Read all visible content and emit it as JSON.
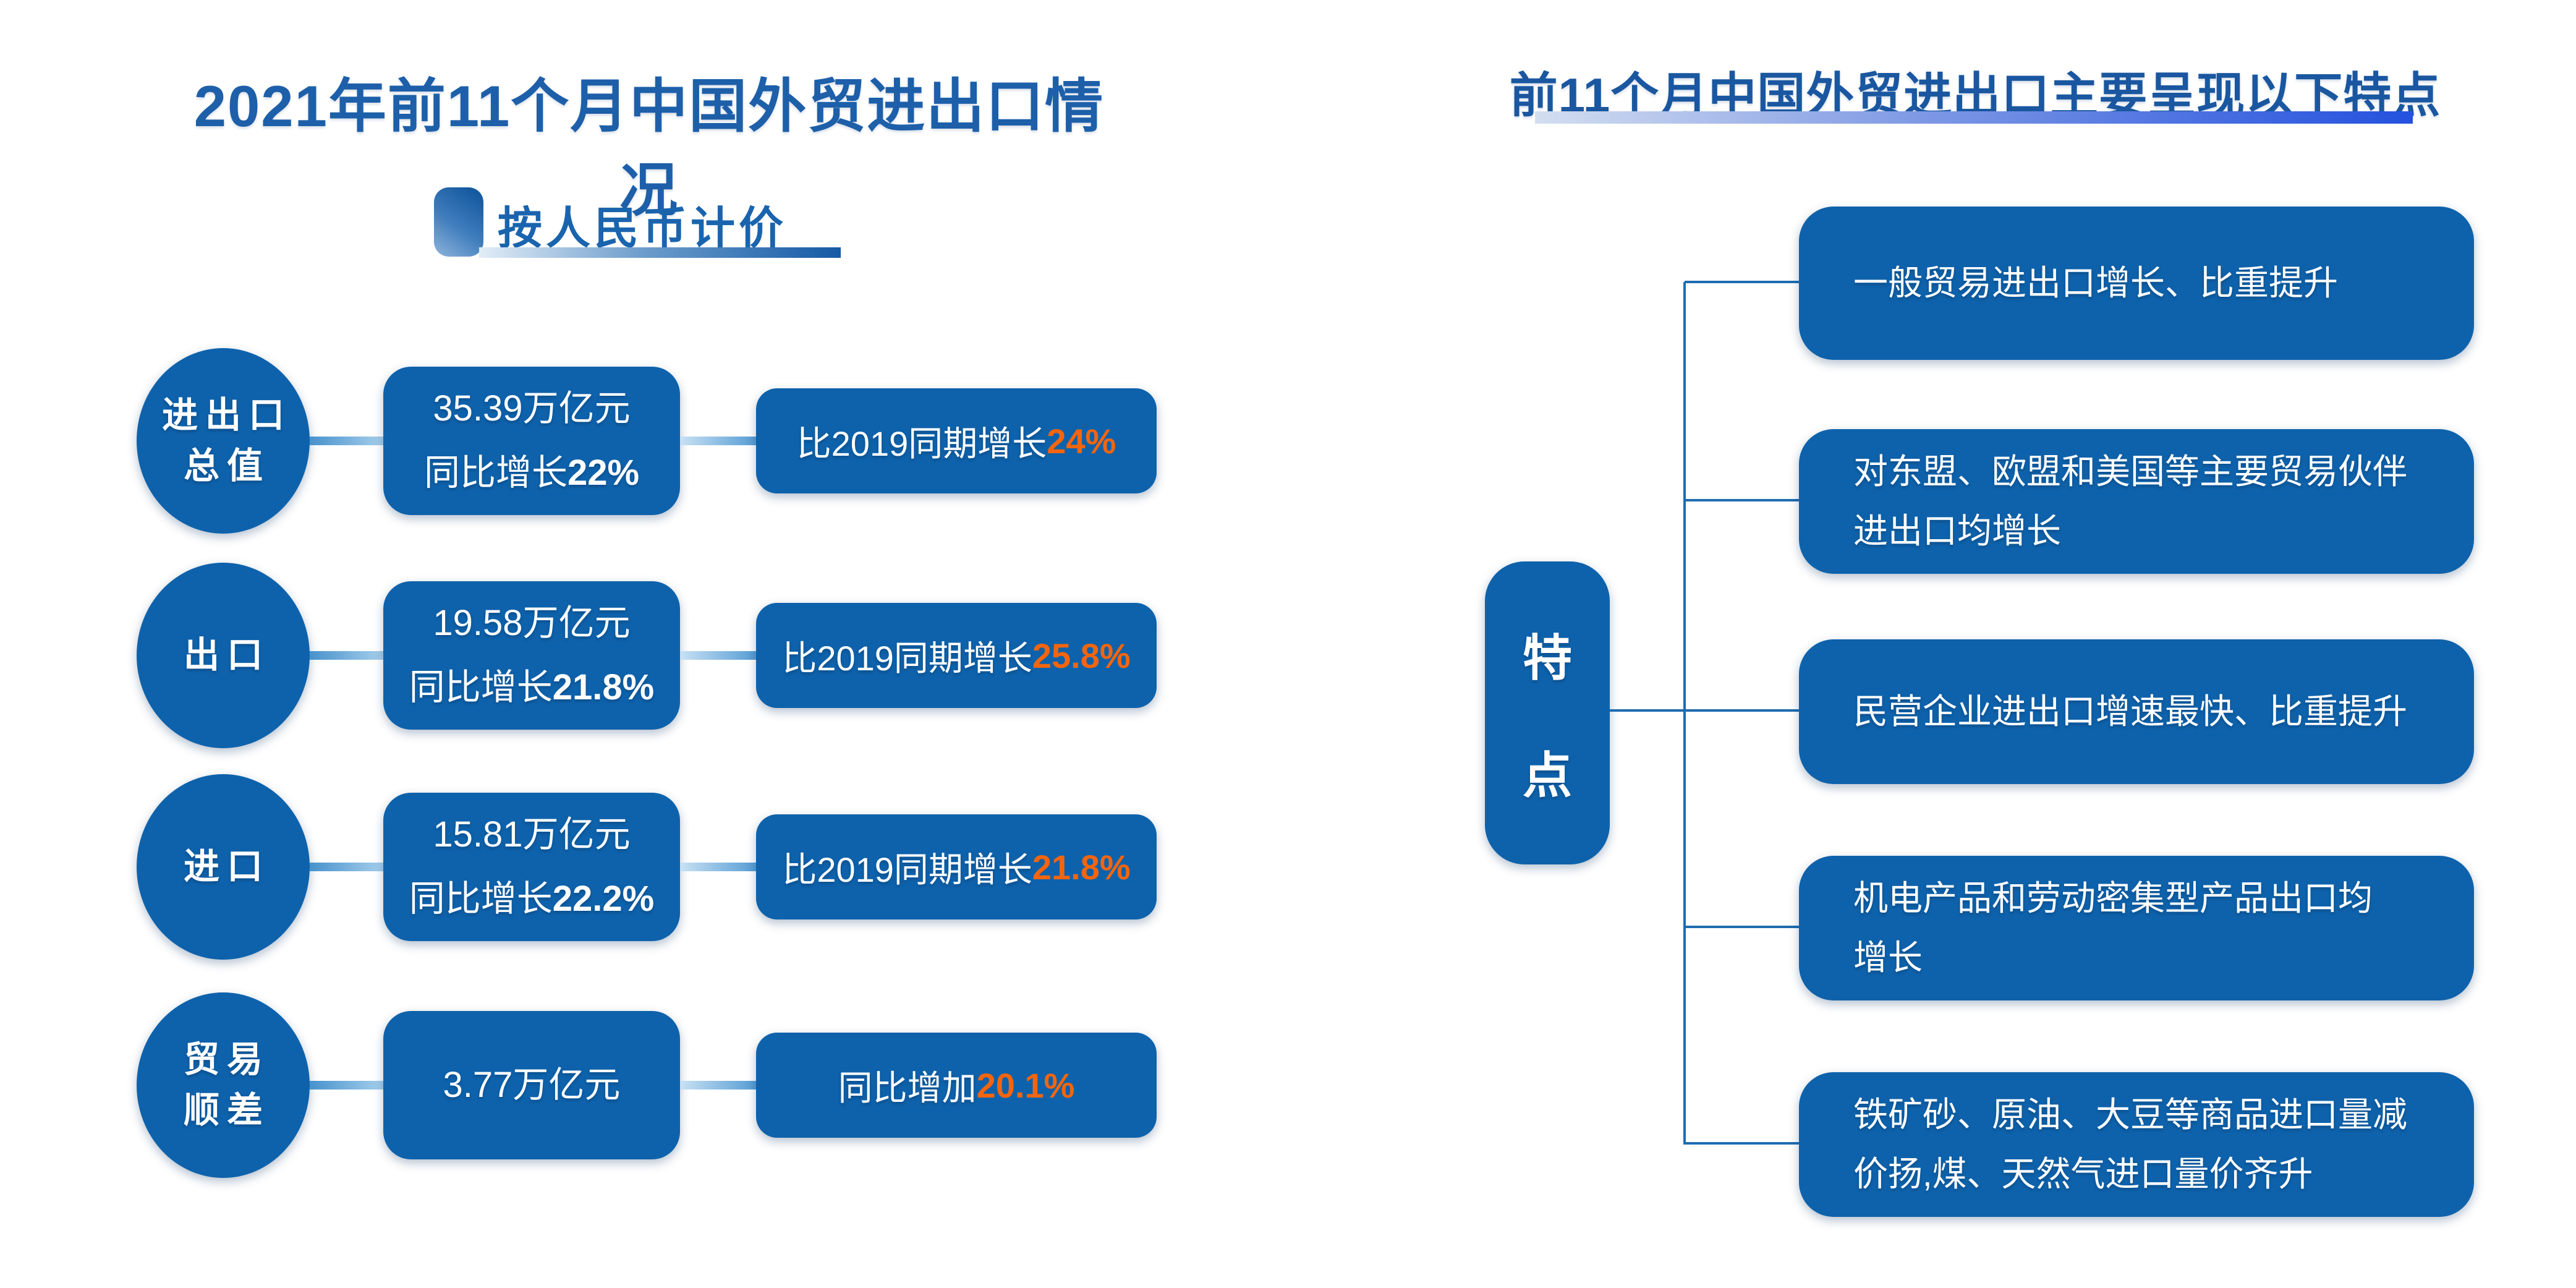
{
  "left": {
    "title": "2021年前11个月中国外贸进出口情况",
    "badge": {
      "label": "按人民币计价"
    },
    "rows": [
      {
        "label1": "进出口",
        "label2": "总值",
        "value1": "35.39万亿元",
        "value2_prefix": "同比增长",
        "value2_num": "22%",
        "result_prefix": "比2019同期增长",
        "result_num": "24%"
      },
      {
        "label1": "出口",
        "value1": "19.58万亿元",
        "value2_prefix": "同比增长",
        "value2_num": "21.8%",
        "result_prefix": "比2019同期增长",
        "result_num": "25.8%"
      },
      {
        "label1": "进口",
        "value1": "15.81万亿元",
        "value2_prefix": "同比增长",
        "value2_num": "22.2%",
        "result_prefix": "比2019同期增长",
        "result_num": "21.8%"
      },
      {
        "label1": "贸易",
        "label2": "顺差",
        "value1": "3.77万亿元",
        "result_prefix": "同比增加",
        "result_num": "20.1%"
      }
    ]
  },
  "right": {
    "title": "前11个月中国外贸进出口主要呈现以下特点",
    "node_char1": "特",
    "node_char2": "点",
    "features": [
      {
        "line1": "一般贸易进出口增长、比重提升"
      },
      {
        "line1": "对东盟、欧盟和美国等主要贸易伙伴",
        "line2": "进出口均增长"
      },
      {
        "line1": "民营企业进出口增速最快、比重提升"
      },
      {
        "line1": "机电产品和劳动密集型产品出口均",
        "line2": "增长"
      },
      {
        "line1": "铁矿砂、原油、大豆等商品进口量减",
        "line2": "价扬,煤、天然气进口量价齐升"
      }
    ]
  },
  "colors": {
    "primary_blue": "#0E62AB",
    "title_blue": "#1D5FA9",
    "accent_orange": "#F4650E",
    "connector_blue": "#1E6CB0",
    "underline_royal_blue": "#2451DE",
    "badge_text_blue": "#1A64AE"
  }
}
